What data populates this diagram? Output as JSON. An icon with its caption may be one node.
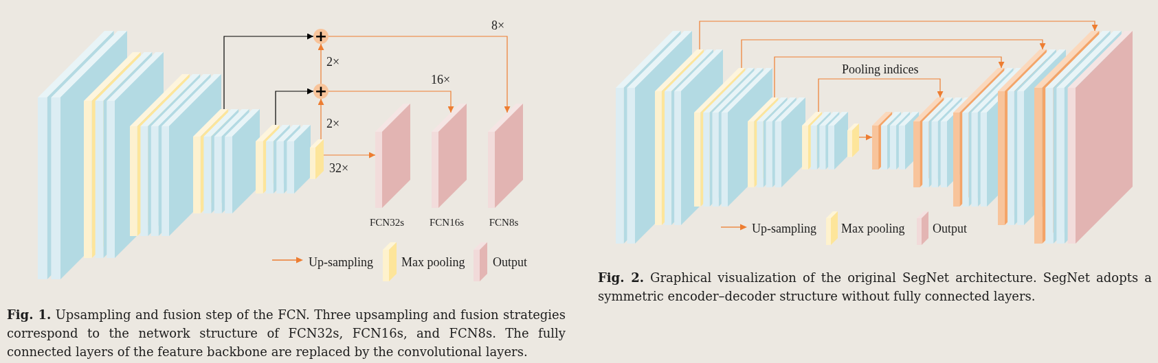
{
  "diagram": {
    "nodes": [
      {
        "text": [],
        "shape": "box"
      },
      {
        "text": [],
        "shape": "box"
      },
      {
        "text": [],
        "shape": "box"
      },
      {
        "text": [],
        "shape": "box"
      },
      {
        "text": [],
        "shape": "box"
      },
      {
        "text": [],
        "shape": "box"
      },
      {
        "text": [
          "+"
        ]
      },
      {
        "text": [
          "+"
        ]
      },
      {
        "text": [],
        "shape": "box",
        "beside": [
          "FCN32s"
        ]
      },
      {
        "text": [],
        "shape": "box",
        "beside": [
          "FCN16s"
        ]
      },
      {
        "text": [],
        "shape": "box",
        "beside": [
          "FCN8s"
        ]
      },
      {
        "text": [],
        "shape": "box"
      },
      {
        "text": [],
        "shape": "box"
      },
      {
        "text": [],
        "shape": "box"
      },
      {
        "text": [],
        "shape": "box"
      },
      {
        "text": [],
        "shape": "box"
      },
      {
        "text": [],
        "shape": "box"
      },
      {
        "text": [],
        "shape": "box"
      },
      {
        "text": [],
        "shape": "box"
      },
      {
        "text": [],
        "shape": "box"
      },
      {
        "text": [],
        "shape": "box"
      },
      {
        "text": [],
        "shape": "box"
      }
    ],
    "edges": [
      {
        "from": 3,
        "to": 6,
        "arrow": "to",
        "color": "#000000"
      },
      {
        "from": 4,
        "to": 7,
        "arrow": "to",
        "color": "#000000"
      },
      {
        "from": 5,
        "to": 7,
        "arrow": "to",
        "label": "2×"
      },
      {
        "from": 7,
        "to": 6,
        "arrow": "to",
        "label": "2×"
      },
      {
        "from": 5,
        "to": 8,
        "arrow": "to",
        "label": "32×"
      },
      {
        "from": 7,
        "to": 9,
        "arrow": "to",
        "label": "16×"
      },
      {
        "from": 6,
        "to": 10,
        "arrow": "to",
        "label": "8×"
      },
      {
        "from": 12,
        "to": 21,
        "arrow": "to"
      },
      {
        "from": 13,
        "to": 20,
        "arrow": "to"
      },
      {
        "from": 14,
        "to": 19,
        "arrow": "to"
      },
      {
        "from": 15,
        "to": 18,
        "arrow": "to"
      },
      {
        "from": 16,
        "to": 17,
        "arrow": "to"
      }
    ],
    "labels": [
      "Pooling indices",
      "**Fig. 1.** Upsampling and fusion step of the FCN. Three upsampling and fusion strategies correspond to the network structure of FCN32s, FCN16s, and FCN8s. The fully connected layers of the feature backbone are replaced by the convolutional layers.",
      "**Fig. 2.** Graphical visualization of the original SegNet architecture. SegNet adopts a symmetric encoder–decoder structure without fully connected layers."
    ],
    "legend": [
      {
        "text": "Up-sampling"
      },
      {
        "text": "Max pooling",
        "color": "#fde59a"
      },
      {
        "text": "Output",
        "color": "#e3b5b3"
      },
      {
        "text": "Up-sampling"
      },
      {
        "text": "Max pooling",
        "color": "#fde59a"
      },
      {
        "text": "Output",
        "color": "#e3b5b3"
      }
    ]
  }
}
